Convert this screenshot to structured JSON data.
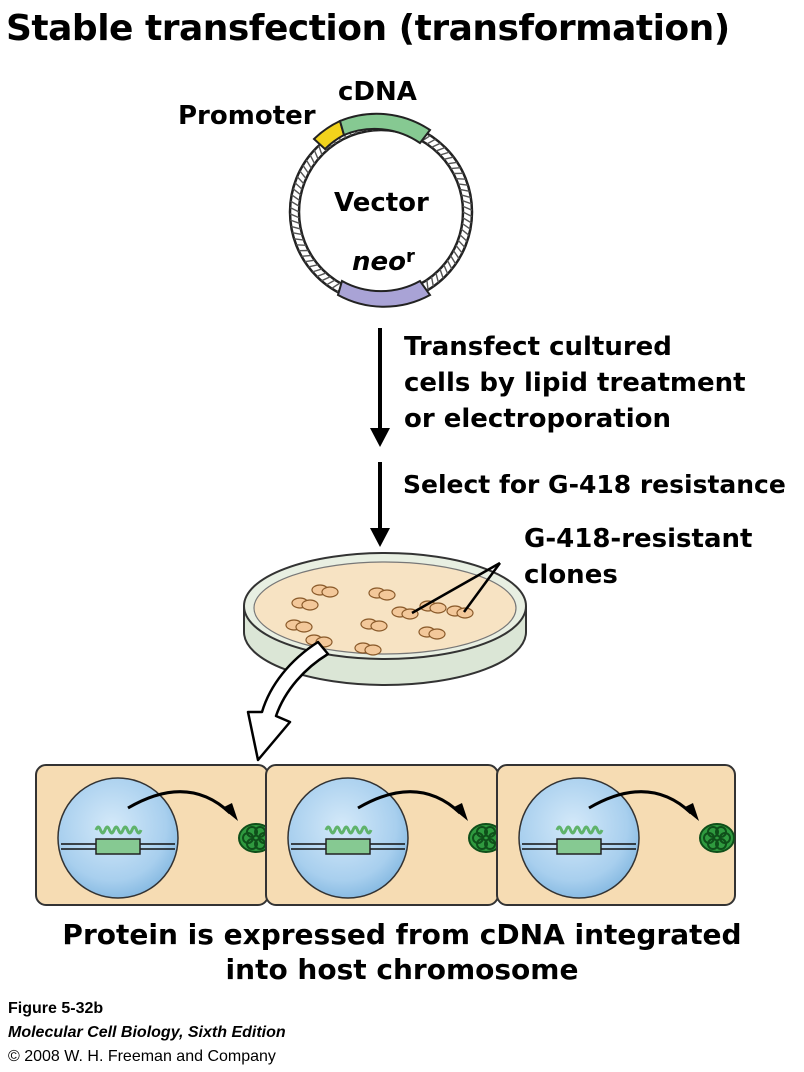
{
  "title": "Stable transfection (transformation)",
  "plasmid": {
    "promoter_label": "Promoter",
    "cdna_label": "cDNA",
    "vector_label": "Vector",
    "neo_label": "neo",
    "neo_superscript": "r",
    "colors": {
      "promoter": "#f2d31c",
      "cdna": "#86c992",
      "neo": "#a9a3d6"
    }
  },
  "steps": {
    "step1": [
      "Transfect cultured",
      "cells by lipid treatment",
      "or electroporation"
    ],
    "step2": "Select for G-418 resistance"
  },
  "dish": {
    "clones_label": [
      "G-418-resistant",
      "clones"
    ],
    "colors": {
      "medium": "#f7e3c3",
      "clone": "#f3c89a"
    }
  },
  "cells": {
    "count": 3,
    "colors": {
      "cytoplasm": "#f6dcb3",
      "nucleus": "#a8cfee",
      "gene": "#86c992",
      "protein": "#1f7a2e"
    }
  },
  "caption": [
    "Protein is expressed from cDNA integrated",
    "into host chromosome"
  ],
  "figure_info": {
    "figure_number": "Figure 5-32b",
    "book": "Molecular Cell Biology, Sixth Edition",
    "copyright": "© 2008 W. H. Freeman and Company"
  }
}
